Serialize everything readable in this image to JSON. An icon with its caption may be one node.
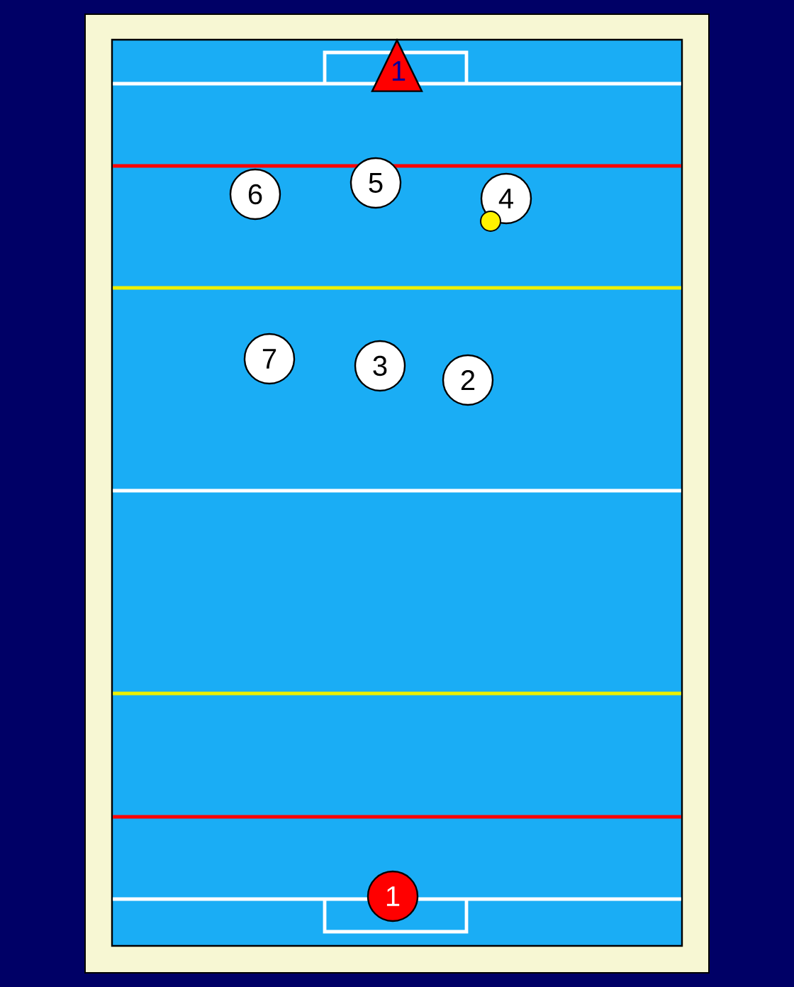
{
  "diagram": {
    "nodes": [
      {
        "text": [
          "1"
        ]
      },
      {
        "text": [
          "6"
        ]
      },
      {
        "text": [
          "5"
        ]
      },
      {
        "text": [
          "4"
        ]
      },
      {
        "text": [],
        "shape": "circle"
      },
      {
        "text": [
          "7"
        ]
      },
      {
        "text": [
          "3"
        ]
      },
      {
        "text": [
          "2"
        ]
      },
      {
        "text": [
          "1"
        ]
      }
    ]
  }
}
